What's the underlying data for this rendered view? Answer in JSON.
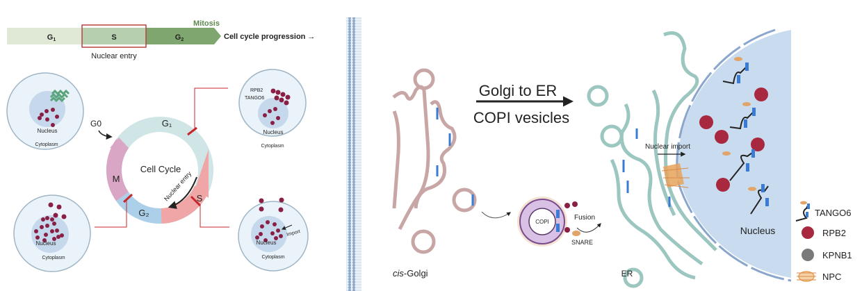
{
  "timeline": {
    "phases": [
      {
        "label": "G",
        "sub": "1",
        "color": "#dfe9d6"
      },
      {
        "label": "S",
        "sub": "",
        "color": "#b6cfae"
      },
      {
        "label": "G",
        "sub": "2",
        "color": "#7fa66e"
      }
    ],
    "mitosis_label": "Mitosis",
    "progression_label": "Cell cycle progression →",
    "highlight_label": "Nuclear entry"
  },
  "cell_cycle": {
    "center_label": "Cell Cycle",
    "g0_label": "G0",
    "phases": {
      "g1": "G₁",
      "s": "S",
      "g2": "G₂",
      "m": "M"
    },
    "arrow_label": "Nuclear entry",
    "colors": {
      "g1": "#cfe5e6",
      "s": "#f0a6a6",
      "g2": "#acd0ea",
      "m": "#d9a6c5",
      "marker": "#c8262b"
    }
  },
  "cells": [
    {
      "id": "g0",
      "nucleus": "Nucleus",
      "cytoplasm": "Cytoplasm"
    },
    {
      "id": "g1",
      "nucleus": "Nucleus",
      "cytoplasm": "Cytoplasm",
      "labels": [
        "RPB2",
        "TANGO6"
      ]
    },
    {
      "id": "g2",
      "nucleus": "Nucleus",
      "cytoplasm": "Cytoplasm"
    },
    {
      "id": "s",
      "nucleus": "Nucleus",
      "cytoplasm": "Cytoplasm",
      "import_label": "Import"
    }
  ],
  "transport": {
    "title_top": "Golgi to ER",
    "title_bottom": "COPI vesicles",
    "golgi_label_italic": "cis",
    "golgi_label_rest": "-Golgi",
    "copi_label": "COPI",
    "fusion_label": "Fusion",
    "snare_label": "SNARE",
    "er_label": "ER",
    "nucleus_label": "Nucleus",
    "nuclear_import_label": "Nuclear import"
  },
  "legend": {
    "items": [
      {
        "label": "TANGO6",
        "icon": "tango6-icon"
      },
      {
        "label": "RPB2",
        "icon": "rpb2-icon",
        "color": "#a8283f"
      },
      {
        "label": "KPNB1",
        "icon": "kpnb1-icon",
        "color": "#7a7a7a"
      },
      {
        "label": "NPC",
        "icon": "npc-icon",
        "color": "#e8a35a"
      }
    ]
  }
}
